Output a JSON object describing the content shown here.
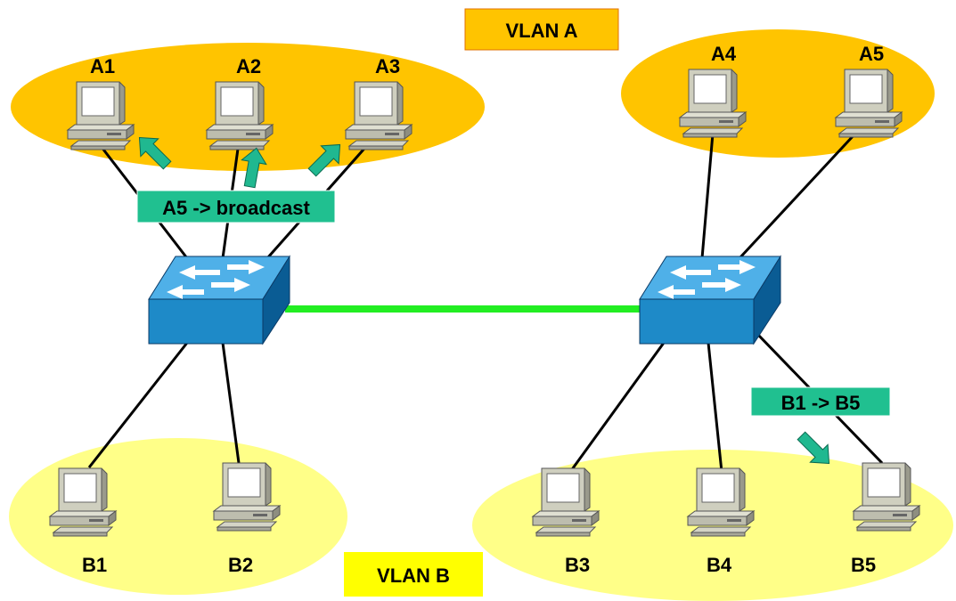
{
  "vlans": {
    "a": {
      "label": "VLAN A",
      "color": "#FFC400",
      "label_bg": "#FFC400",
      "label_border": "#E07000"
    },
    "b": {
      "label": "VLAN B",
      "color": "#FFFF88",
      "label_bg": "#FFFF00"
    }
  },
  "hosts": {
    "a1": "A1",
    "a2": "A2",
    "a3": "A3",
    "a4": "A4",
    "a5": "A5",
    "b1": "B1",
    "b2": "B2",
    "b3": "B3",
    "b4": "B4",
    "b5": "B5"
  },
  "callouts": {
    "broadcast": {
      "text": "A5 -> broadcast",
      "color": "#20C090"
    },
    "unicast": {
      "text": "B1 -> B5",
      "color": "#20C090"
    }
  },
  "colors": {
    "switch_top": "#4FB0E8",
    "switch_front": "#1E8AC8",
    "switch_side": "#0A5C94",
    "trunk_link": "#22EE22",
    "access_link": "#000000",
    "arrow": "#20B890"
  },
  "switches": [
    "switch-left",
    "switch-right"
  ]
}
